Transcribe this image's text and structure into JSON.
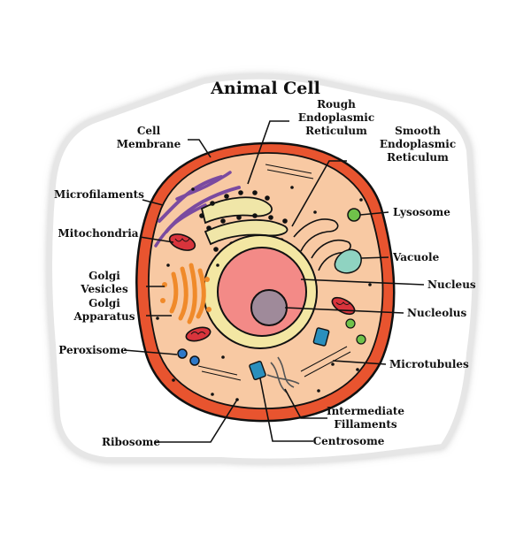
{
  "title": "Animal Cell",
  "labels": {
    "rough_er_1": "Rough",
    "rough_er_2": "Endoplasmic",
    "rough_er_3": "Reticulum",
    "smooth_er_1": "Smooth",
    "smooth_er_2": "Endoplasmic",
    "smooth_er_3": "Reticulum",
    "cell_membrane_1": "Cell",
    "cell_membrane_2": "Membrane",
    "microfilaments": "Microfilaments",
    "mitochondria": "Mitochondria",
    "golgi_vesicles_1": "Golgi",
    "golgi_vesicles_2": "Vesicles",
    "golgi_apparatus_1": "Golgi",
    "golgi_apparatus_2": "Apparatus",
    "peroxisome": "Peroxisome",
    "ribosome": "Ribosome",
    "lysosome": "Lysosome",
    "vacuole": "Vacuole",
    "nucleus": "Nucleus",
    "nucleolus": "Nucleolus",
    "microtubules": "Microtubules",
    "intermediate_1": "Intermediate",
    "intermediate_2": "Fillaments",
    "centrosome": "Centrosome"
  },
  "colors": {
    "membrane": "#e8542f",
    "cytoplasm": "#f8c9a3",
    "nucleus_envelope": "#f3e7a3",
    "nucleus": "#f38a87",
    "nucleolus": "#9f8a9a",
    "golgi": "#f08a2a",
    "mitochondria": "#d8343c",
    "microfilaments": "#7a4aa0",
    "lysosome": "#6fc24a",
    "vacuole": "#8fd3c1",
    "peroxisome": "#2e78c8",
    "er": "#f0e6a8"
  }
}
